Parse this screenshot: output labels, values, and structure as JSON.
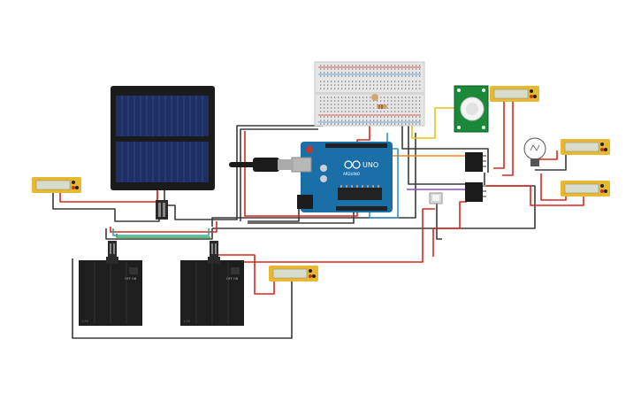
{
  "canvas": {
    "background": "#ffffff"
  },
  "colors": {
    "wire_red": "#d42a20",
    "wire_black": "#3a3a3a",
    "wire_yellow": "#e8c21a",
    "wire_orange": "#f08c1e",
    "wire_blue": "#3a8fd8",
    "wire_green": "#2aa84a",
    "wire_purple": "#8a4ac8",
    "wire_teal": "#2aa8a8",
    "arduino_blue": "#1a6fa8",
    "solar_panel": "#1d2a4a",
    "battery": "#1e1e1e",
    "multimeter": "#e8b830",
    "pir_board": "#1a8a3a",
    "breadboard": "#e6e6e6"
  },
  "components": {
    "arduino": {
      "model_label": "UNO",
      "brand_label": "ARDUINO"
    },
    "battery_pack_left": {
      "switch_label": "OFF ON",
      "cell_label": "1.5V"
    },
    "battery_pack_right": {
      "switch_label": "OFF ON",
      "cell_label": "1.5V"
    },
    "multimeters": [
      {
        "id": "mm-left"
      },
      {
        "id": "mm-top-right"
      },
      {
        "id": "mm-right-upper"
      },
      {
        "id": "mm-right-lower"
      },
      {
        "id": "mm-bottom"
      }
    ],
    "icons": [
      "solar-panel-icon",
      "usb-cable-icon",
      "light-bulb-icon",
      "pir-sensor-icon",
      "relay-icon",
      "transistor-icon"
    ]
  }
}
